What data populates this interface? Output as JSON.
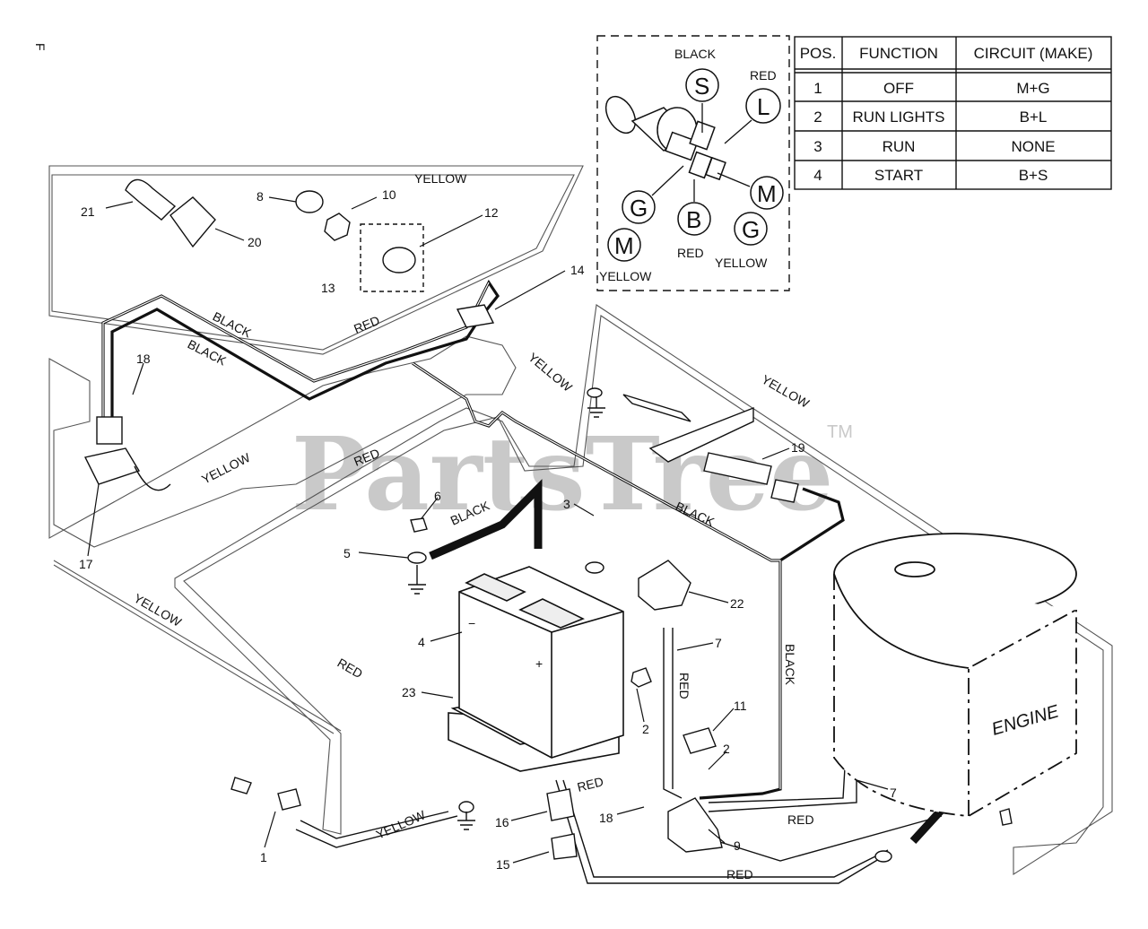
{
  "corner_mark": "F",
  "watermark": {
    "text": "PartsTree",
    "tm": "TM"
  },
  "switch_table": {
    "headers": [
      "POS.",
      "FUNCTION",
      "CIRCUIT  (MAKE)"
    ],
    "rows": [
      [
        "1",
        "OFF",
        "M+G"
      ],
      [
        "2",
        "RUN LIGHTS",
        "B+L"
      ],
      [
        "3",
        "RUN",
        "NONE"
      ],
      [
        "4",
        "START",
        "B+S"
      ]
    ]
  },
  "switch_detail": {
    "terminals": {
      "s": "S",
      "l": "L",
      "g1": "G",
      "b": "B",
      "m1": "M",
      "m2": "M",
      "g2": "G"
    },
    "labels": {
      "black": "BLACK",
      "red_top": "RED",
      "red_bottom": "RED",
      "yellow_left": "YELLOW",
      "yellow_right": "YELLOW"
    }
  },
  "wire_labels": {
    "yellow_top": "YELLOW",
    "black_1": "BLACK",
    "black_2": "BLACK",
    "red_panel": "RED",
    "yellow_14": "YELLOW",
    "yellow_right": "YELLOW",
    "yellow_17": "YELLOW",
    "red_mid": "RED",
    "black_battery": "BLACK",
    "black_19": "BLACK",
    "yellow_left": "YELLOW",
    "red_left": "RED",
    "red_7": "RED",
    "black_vertical": "BLACK",
    "red_16": "RED",
    "yellow_bottom": "YELLOW",
    "red_9": "RED",
    "red_bottom": "RED"
  },
  "engine_label": "ENGINE",
  "battery_marks": {
    "minus": "−",
    "plus": "+"
  },
  "callouts": {
    "c21": "21",
    "c20": "20",
    "c8": "8",
    "c10": "10",
    "c12": "12",
    "c13": "13",
    "c14": "14",
    "c18a": "18",
    "c17": "17",
    "c6": "6",
    "c3": "3",
    "c5": "5",
    "c19": "19",
    "c22": "22",
    "c4": "4",
    "c7a": "7",
    "c2a": "2",
    "c23": "23",
    "c11": "11",
    "c2b": "2",
    "c7b": "7",
    "c16": "16",
    "c18b": "18",
    "c9": "9",
    "c15": "15",
    "c1": "1"
  }
}
